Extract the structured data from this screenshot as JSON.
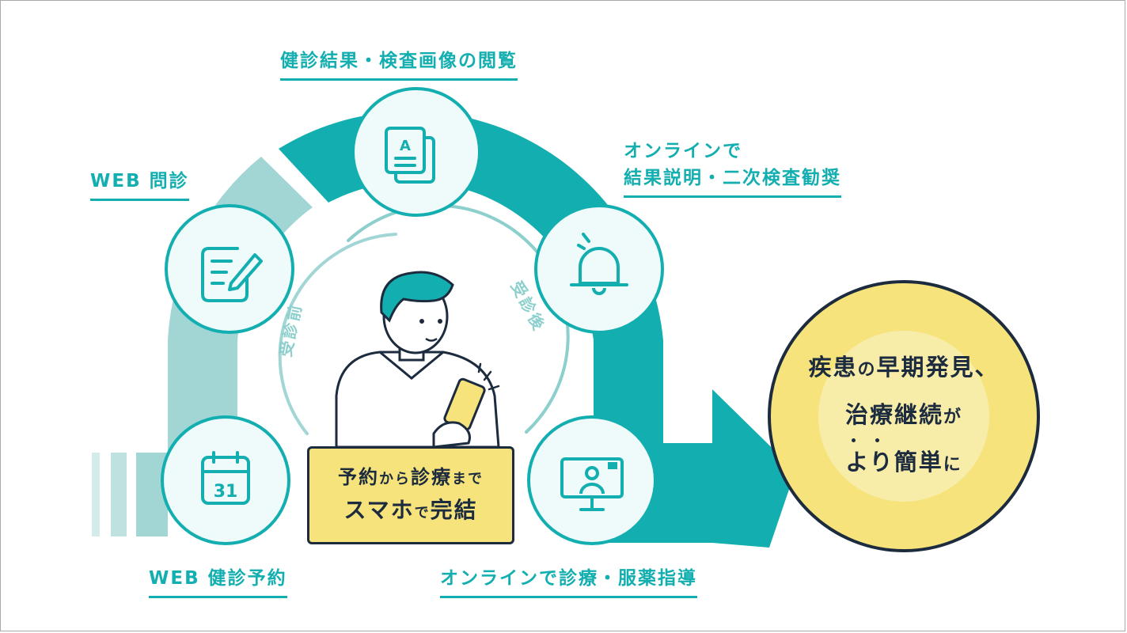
{
  "steps": [
    {
      "id": "web-interview",
      "label_lines": [
        "WEB 問診"
      ],
      "icon": "edit-document-icon"
    },
    {
      "id": "results-view",
      "label_lines": [
        "健診結果・検査画像の閲覧"
      ],
      "icon": "document-a-icon"
    },
    {
      "id": "online-explanation",
      "label_lines": [
        "オンラインで",
        "結果説明・二次検査勧奨"
      ],
      "icon": "bell-icon"
    },
    {
      "id": "web-booking",
      "label_lines": [
        "WEB 健診予約"
      ],
      "icon": "calendar-icon"
    },
    {
      "id": "online-consult",
      "label_lines": [
        "オンラインで診療・服薬指導"
      ],
      "icon": "monitor-user-icon"
    }
  ],
  "arc_labels": {
    "before": "受診前",
    "after": "受診後"
  },
  "center": {
    "line1_a": "予約",
    "line1_b": "から",
    "line1_c": "診療",
    "line1_d": "まで",
    "line2_a": "スマホ",
    "line2_b": "で",
    "line2_c": "完結"
  },
  "goal": {
    "line1_a": "疾患",
    "line1_b": "の",
    "line1_c": "早期発見、",
    "line2_a": "治療継続",
    "line2_b": "が",
    "line3_a": "より",
    "line3_b": "簡単",
    "line3_c": "に"
  },
  "icon_text": {
    "calendar_day": "31",
    "doc_letter": "A"
  },
  "colors": {
    "teal": "#13aeb0",
    "teal_light": "#a1d6d5",
    "navy": "#1c2b3e",
    "yellow": "#f6e37c",
    "yellow_light": "#f8eca9"
  }
}
